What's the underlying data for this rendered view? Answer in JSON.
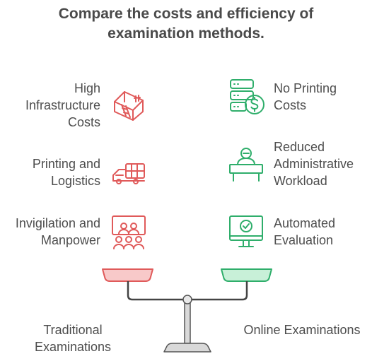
{
  "title": {
    "line1": "Compare the costs and efficiency of",
    "line2": "examination methods."
  },
  "colors": {
    "traditional": "#e05a5a",
    "traditional_fill": "#f8c9c9",
    "online": "#2fae6b",
    "online_fill": "#c8f0d8",
    "scale": "#444444",
    "scale_base": "#d9d9d9"
  },
  "traditional": {
    "label_line1": "Traditional",
    "label_line2": "Examinations",
    "items": [
      {
        "lines": [
          "High",
          "Infrastructure",
          "Costs"
        ],
        "icon": "building-crane-icon"
      },
      {
        "lines": [
          "Printing and",
          "Logistics"
        ],
        "icon": "truck-icon"
      },
      {
        "lines": [
          "Invigilation and",
          "Manpower"
        ],
        "icon": "classroom-people-icon"
      }
    ]
  },
  "online": {
    "label": "Online Examinations",
    "items": [
      {
        "lines": [
          "No Printing",
          "Costs"
        ],
        "icon": "server-dollar-icon"
      },
      {
        "lines": [
          "Reduced",
          "Administrative",
          "Workload"
        ],
        "icon": "person-desk-icon"
      },
      {
        "lines": [
          "Automated",
          "Evaluation"
        ],
        "icon": "monitor-check-icon"
      }
    ]
  }
}
